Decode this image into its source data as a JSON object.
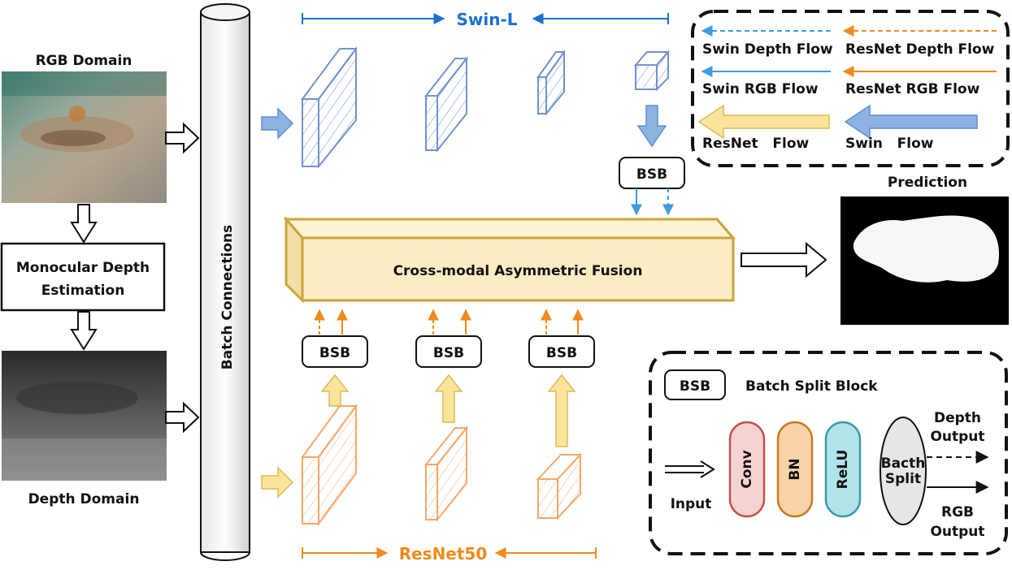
{
  "inputs": {
    "rgb_label": "RGB Domain",
    "depth_label": "Depth Domain",
    "depth_estimation_label": [
      "Monocular Depth",
      "Estimation"
    ]
  },
  "batch_connections_label": "Batch Connections",
  "swin": {
    "label": "Swin-L",
    "color": "#1a6fd1"
  },
  "resnet": {
    "label": "ResNet50",
    "color": "#f08a1c"
  },
  "bsb_label": "BSB",
  "fusion_label": "Cross-modal Asymmetric Fusion",
  "prediction_label": "Prediction",
  "legend": {
    "swin_depth": "Swin Depth Flow",
    "resnet_depth": "ResNet Depth Flow",
    "swin_rgb": "Swin RGB Flow",
    "resnet_rgb": "ResNet RGB Flow",
    "resnet_flow": "ResNet   Flow",
    "swin_flow": "Swin   Flow"
  },
  "bsb_detail": {
    "tag": "BSB",
    "title": "Batch Split Block",
    "input": "Input",
    "conv": "Conv",
    "bn": "BN",
    "relu": "ReLU",
    "split": [
      "Bacth",
      "Split"
    ],
    "depth_output": [
      "Depth",
      "Output"
    ],
    "rgb_output": [
      "RGB",
      "Output"
    ]
  },
  "colors": {
    "swin_blue": "#1a6fd1",
    "swin_light": "#4da3ea",
    "resnet_orange": "#f08a1c",
    "fusion_fill": "#fbecc4",
    "fusion_border": "#c9a43a",
    "conv": "#f6d3d0",
    "bn": "#fad3a9",
    "relu": "#b2e3ea"
  }
}
